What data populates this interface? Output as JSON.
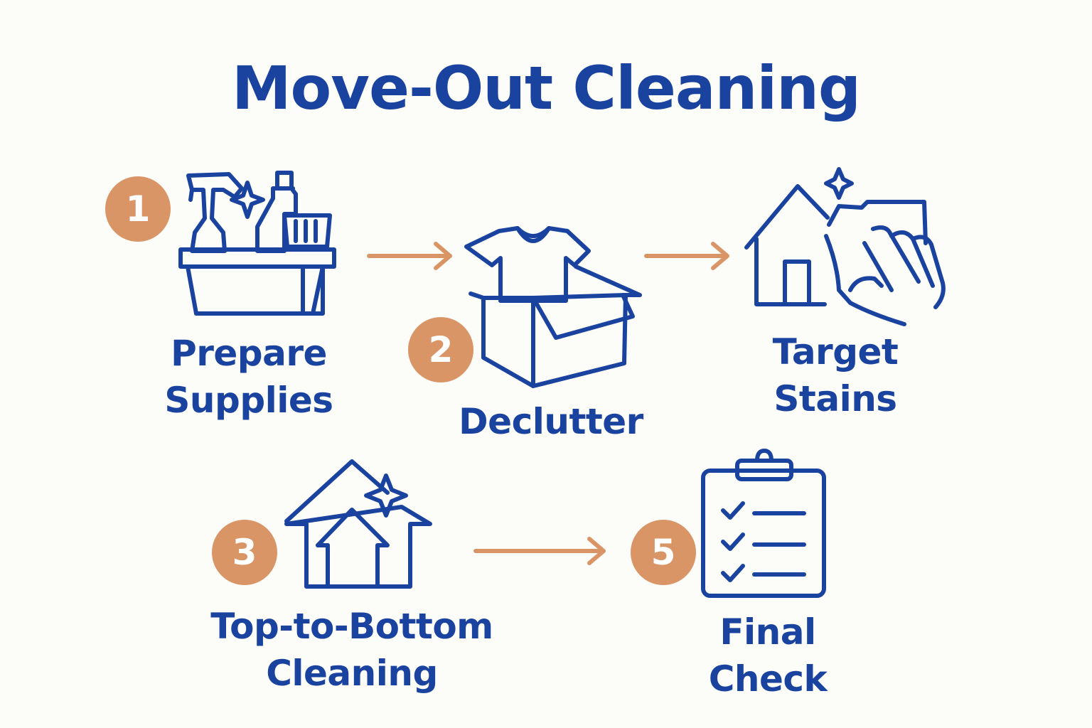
{
  "title": "Move-Out Cleaning",
  "steps": [
    {
      "number": "1",
      "line1": "Prepare",
      "line2": "Supplies",
      "icon": "cleaning-supplies-icon"
    },
    {
      "number": "2",
      "line1": "Declutter",
      "line2": "",
      "icon": "box-with-shirt-icon"
    },
    {
      "number": "",
      "line1": "Target",
      "line2": "Stains",
      "icon": "house-wiping-hand-icon"
    },
    {
      "number": "3",
      "line1": "Top-to-Bottom",
      "line2": "Cleaning",
      "icon": "sparkling-house-icon"
    },
    {
      "number": "5",
      "line1": "Final",
      "line2": "Check",
      "icon": "clipboard-checklist-icon"
    }
  ],
  "colors": {
    "primary": "#1a43a0",
    "accent": "#d99566",
    "background": "#fcfcf8"
  }
}
